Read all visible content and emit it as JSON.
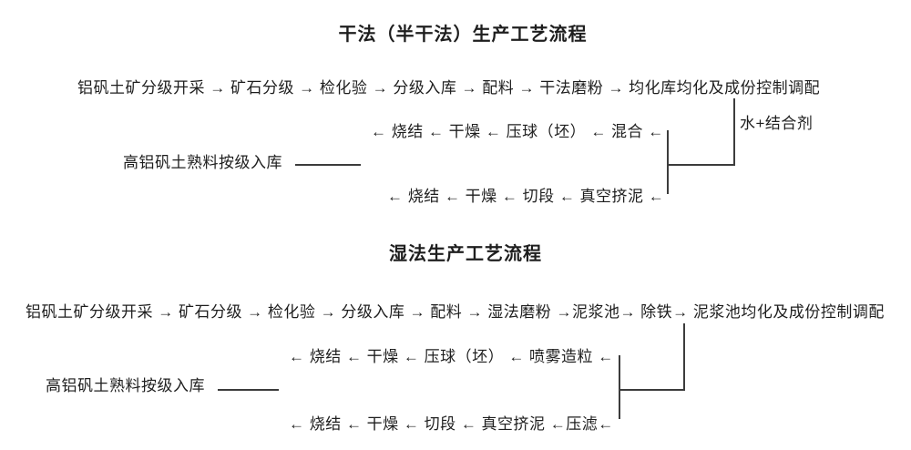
{
  "palette": {
    "page_bg": "#ffffff",
    "text_color": "#1e1e1e",
    "line_color": "#3c3c3c"
  },
  "dry": {
    "title": "干法（半干法）生产工艺流程",
    "main_flow": "铝矾土矿分级开采 → 矿石分级 → 检化验 → 分级入库 → 配料 → 干法磨粉 → 均化库均化及成份控制调配",
    "branch_top": "← 烧结 ← 干燥 ← 压球（坯） ← 混合 ←",
    "additive_label": "水+结合剂",
    "storage_label": "高铝矾土熟料按级入库",
    "branch_bottom": "← 烧结 ← 干燥 ← 切段 ← 真空挤泥 ←"
  },
  "wet": {
    "title": "湿法生产工艺流程",
    "main_flow": "铝矾土矿分级开采 → 矿石分级 → 检化验 → 分级入库 → 配料 → 湿法磨粉 →泥浆池→ 除铁→ 泥浆池均化及成份控制调配",
    "branch_top": "← 烧结 ← 干燥 ← 压球（坯） ← 喷雾造粒 ←",
    "storage_label": "高铝矾土熟料按级入库",
    "branch_bottom": "← 烧结 ← 干燥 ← 切段 ← 真空挤泥 ←压滤←"
  }
}
